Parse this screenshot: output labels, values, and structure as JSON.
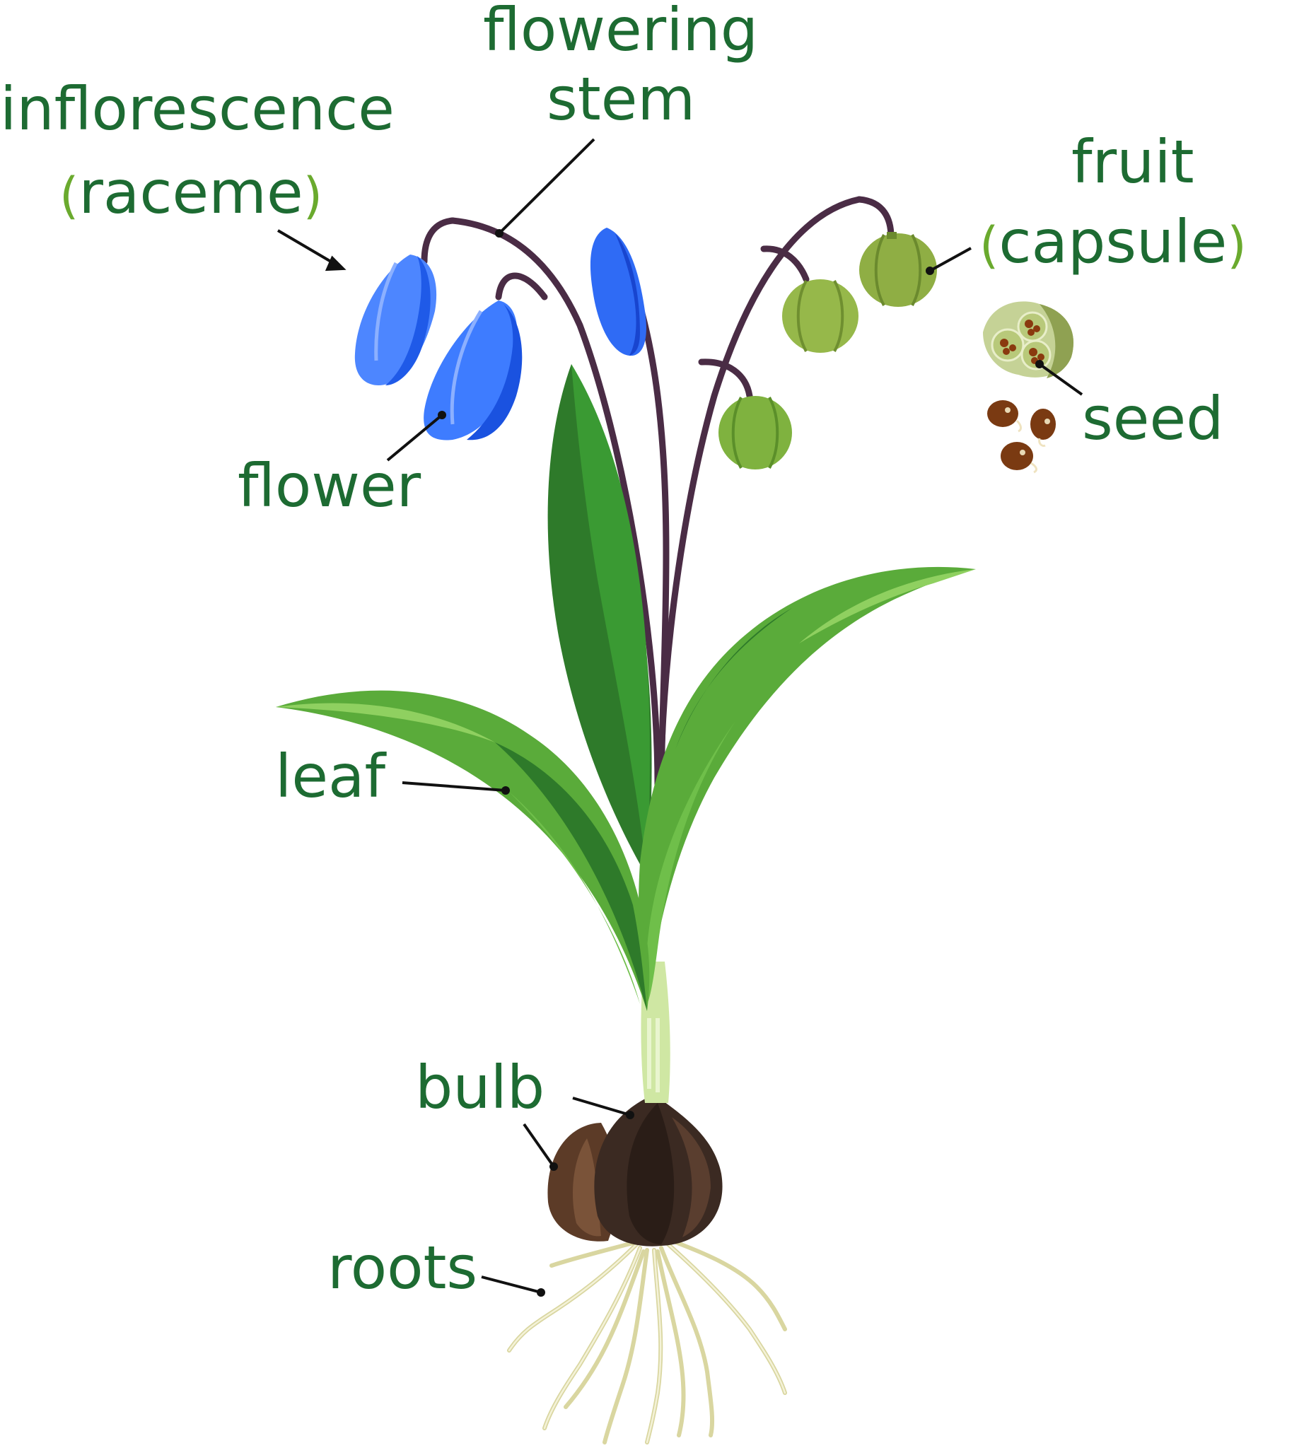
{
  "labels": {
    "flowering_stem_line1": "flowering",
    "flowering_stem_line2": "stem",
    "inflorescence": "inflorescence",
    "raceme_open": "(",
    "raceme": "raceme",
    "raceme_close": ")",
    "fruit": "fruit",
    "capsule_open": "(",
    "capsule": "capsule",
    "capsule_close": ")",
    "seed": "seed",
    "flower": "flower",
    "leaf": "leaf",
    "bulb": "bulb",
    "roots": "roots"
  },
  "colors": {
    "label_text": "#1d6b32",
    "parenthesis": "#6aaa2e",
    "stem": "#4a2c45",
    "flower_blue": "#2f6bf5",
    "leaf_green": "#5aab3a",
    "leaf_dark": "#2e7a2a",
    "capsule": "#8fae44",
    "bulb": "#3b2a22",
    "roots": "#e8e6b8",
    "seed": "#7a3a12"
  }
}
